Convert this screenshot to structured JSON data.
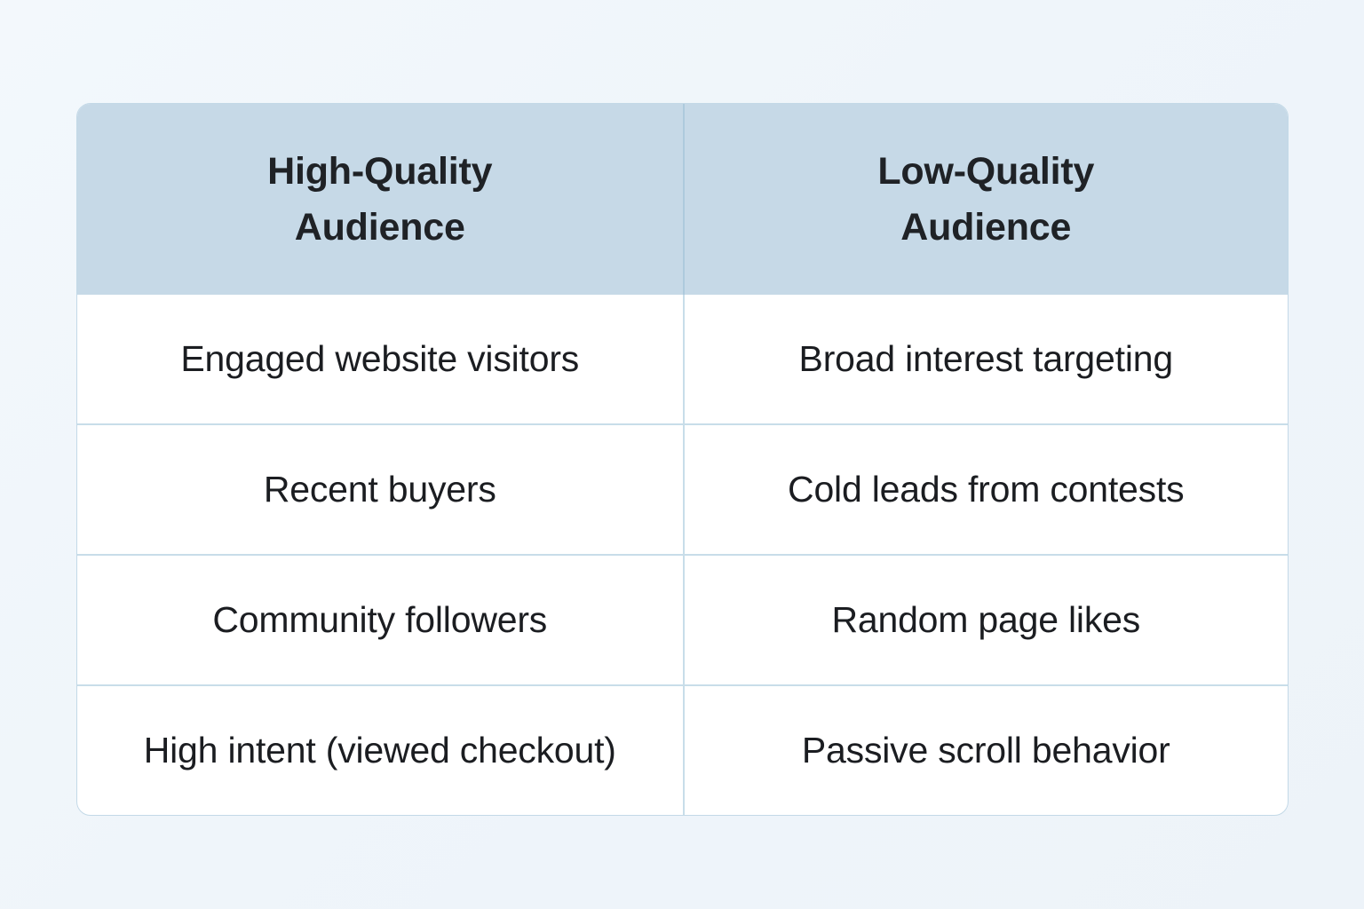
{
  "table": {
    "columns": [
      {
        "header": "High-Quality\nAudience",
        "name": "high-quality-audience"
      },
      {
        "header": "Low-Quality\nAudience",
        "name": "low-quality-audience"
      }
    ],
    "headers": {
      "left_line1": "High-Quality",
      "left_line2": "Audience",
      "right_line1": "Low-Quality",
      "right_line2": "Audience"
    },
    "rows": [
      {
        "left": "Engaged website visitors",
        "right": "Broad interest targeting"
      },
      {
        "left": "Recent buyers",
        "right": "Cold leads from contests"
      },
      {
        "left": "Community followers",
        "right": "Random page likes"
      },
      {
        "left": "High intent (viewed checkout)",
        "right": "Passive scroll behavior"
      }
    ]
  },
  "colors": {
    "page_background_start": "#f3f8fc",
    "page_background_end": "#edf3f9",
    "header_background": "#c6d9e7",
    "table_border": "#c3d9e7",
    "row_divider": "#c8dde9",
    "header_divider": "#aecadd",
    "header_text": "#1f2226",
    "cell_text": "#1b1d21",
    "cell_background": "#ffffff"
  }
}
